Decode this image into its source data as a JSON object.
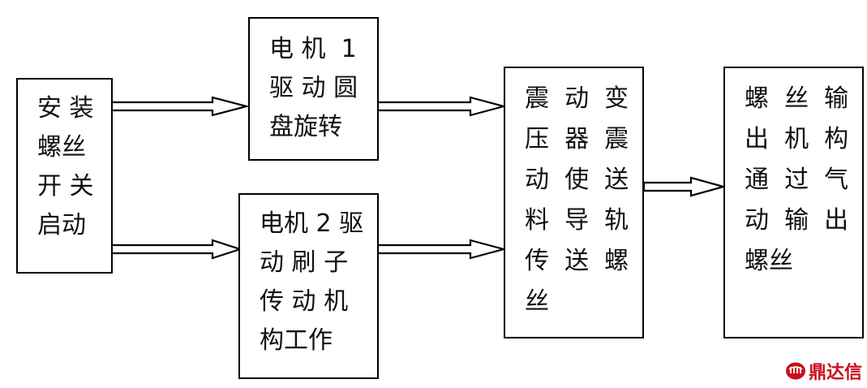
{
  "boxes": {
    "install": {
      "lines": [
        "安 装",
        "螺丝",
        "开 关",
        "启动"
      ]
    },
    "motor1": {
      "lines": [
        "电 机  1",
        "驱 动 圆",
        "盘旋转"
      ]
    },
    "motor2": {
      "lines": [
        "电机 2 驱",
        "动 刷 子",
        "传 动 机",
        "构工作"
      ]
    },
    "vibration": {
      "lines": [
        "震  动  变",
        "压  器  震",
        "动  使  送",
        "料  导  轨",
        "传  送  螺",
        "丝"
      ]
    },
    "output": {
      "lines": [
        "螺  丝  输",
        "出  机  构",
        "通  过  气",
        "动  输  出",
        "螺丝"
      ]
    }
  },
  "watermark": {
    "text": "鼎达信",
    "color": "#c8101e"
  },
  "colors": {
    "stroke": "#000000",
    "background": "#ffffff"
  }
}
